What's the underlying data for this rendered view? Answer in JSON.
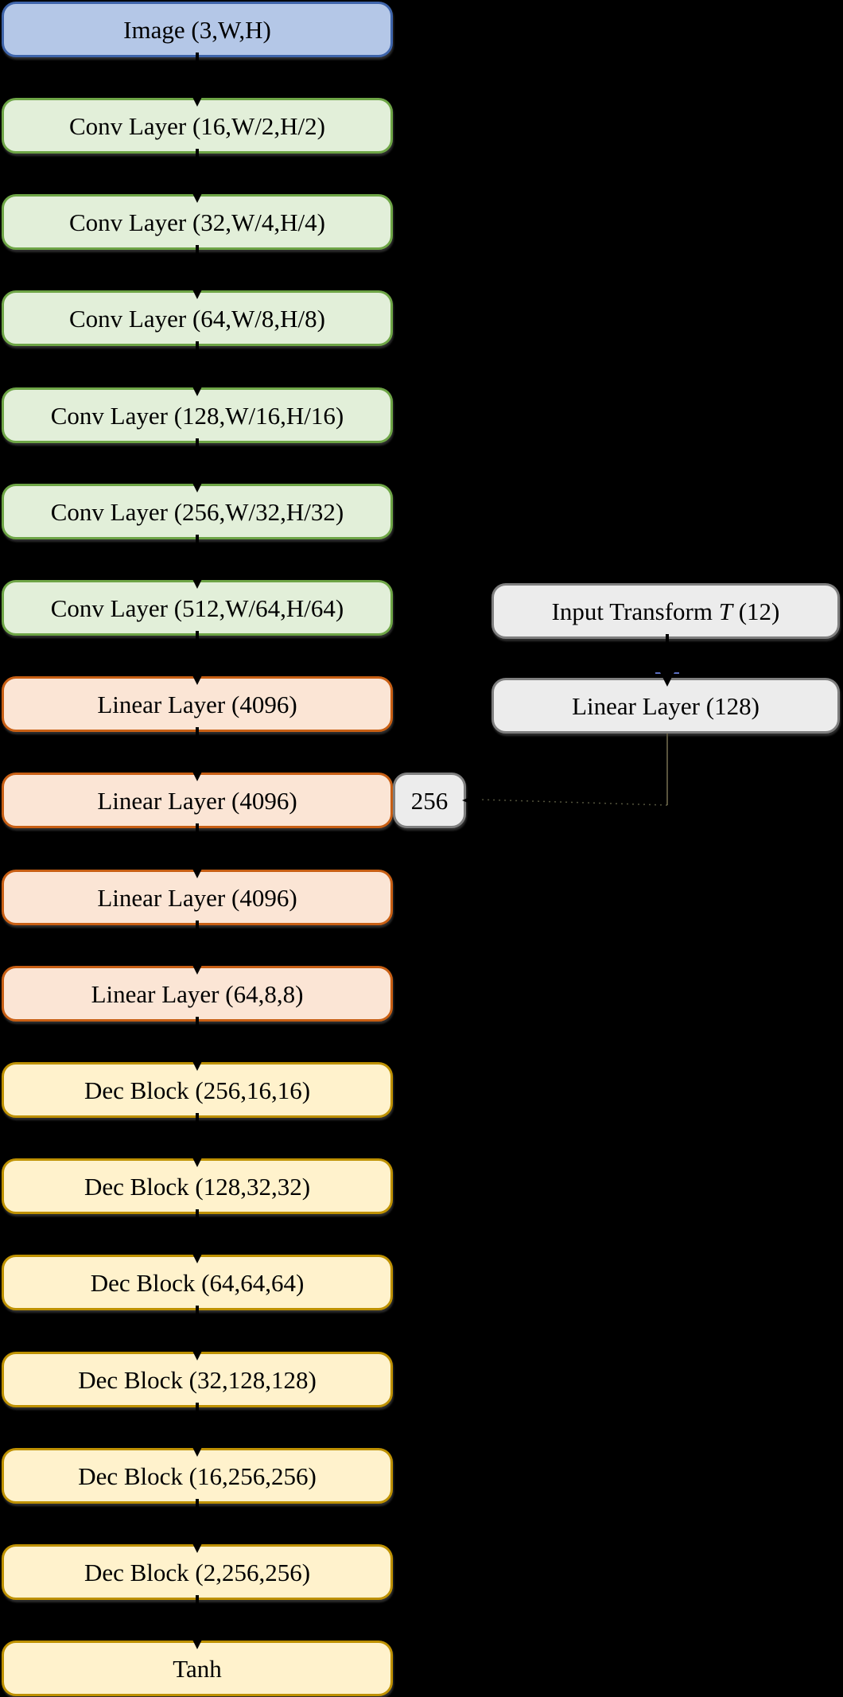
{
  "diagram": {
    "title": "Encoder-decoder network architecture flowchart",
    "background_color": "#000000",
    "text_color": "#000000",
    "arrow_color": "#000000",
    "side_connector_color": "#59543D",
    "palette": {
      "input": {
        "fill": "#B4C7E7",
        "border": "#3E64AA"
      },
      "conv": {
        "fill": "#E2EFD9",
        "border": "#6EA546"
      },
      "linear": {
        "fill": "#FBE5D5",
        "border": "#C85F14"
      },
      "dec": {
        "fill": "#FFF2CC",
        "border": "#BE9100"
      },
      "aux": {
        "fill": "#ECECEC",
        "border": "#7F7F7F"
      }
    },
    "main_column": {
      "nodes": [
        {
          "label": "Image (3,W,H)",
          "type": "input"
        },
        {
          "label": "Conv Layer (16,W/2,H/2)",
          "type": "conv"
        },
        {
          "label": "Conv Layer (32,W/4,H/4)",
          "type": "conv"
        },
        {
          "label": "Conv Layer (64,W/8,H/8)",
          "type": "conv"
        },
        {
          "label": "Conv Layer (128,W/16,H/16)",
          "type": "conv"
        },
        {
          "label": "Conv Layer (256,W/32,H/32)",
          "type": "conv"
        },
        {
          "label": "Conv Layer (512,W/64,H/64)",
          "type": "conv"
        },
        {
          "label": "Linear Layer (4096)",
          "type": "linear"
        },
        {
          "label": "Linear Layer (4096)",
          "type": "linear"
        },
        {
          "label": "Linear Layer (4096)",
          "type": "linear"
        },
        {
          "label": "Linear Layer (64,8,8)",
          "type": "linear"
        },
        {
          "label": "Dec Block (256,16,16)",
          "type": "dec"
        },
        {
          "label": "Dec Block (128,32,32)",
          "type": "dec"
        },
        {
          "label": "Dec Block (64,64,64)",
          "type": "dec"
        },
        {
          "label": "Dec Block (32,128,128)",
          "type": "dec"
        },
        {
          "label": "Dec Block (16,256,256)",
          "type": "dec"
        },
        {
          "label": "Dec Block (2,256,256)",
          "type": "dec"
        },
        {
          "label": "Tanh",
          "type": "dec"
        }
      ]
    },
    "side_column": {
      "input_transform": {
        "pre": "Input Transform ",
        "var": "T",
        "post": " (12)",
        "type": "aux"
      },
      "linear_128": {
        "label": "Linear Layer (128)",
        "type": "aux"
      },
      "latent": {
        "label": "256",
        "type": "aux"
      }
    }
  }
}
